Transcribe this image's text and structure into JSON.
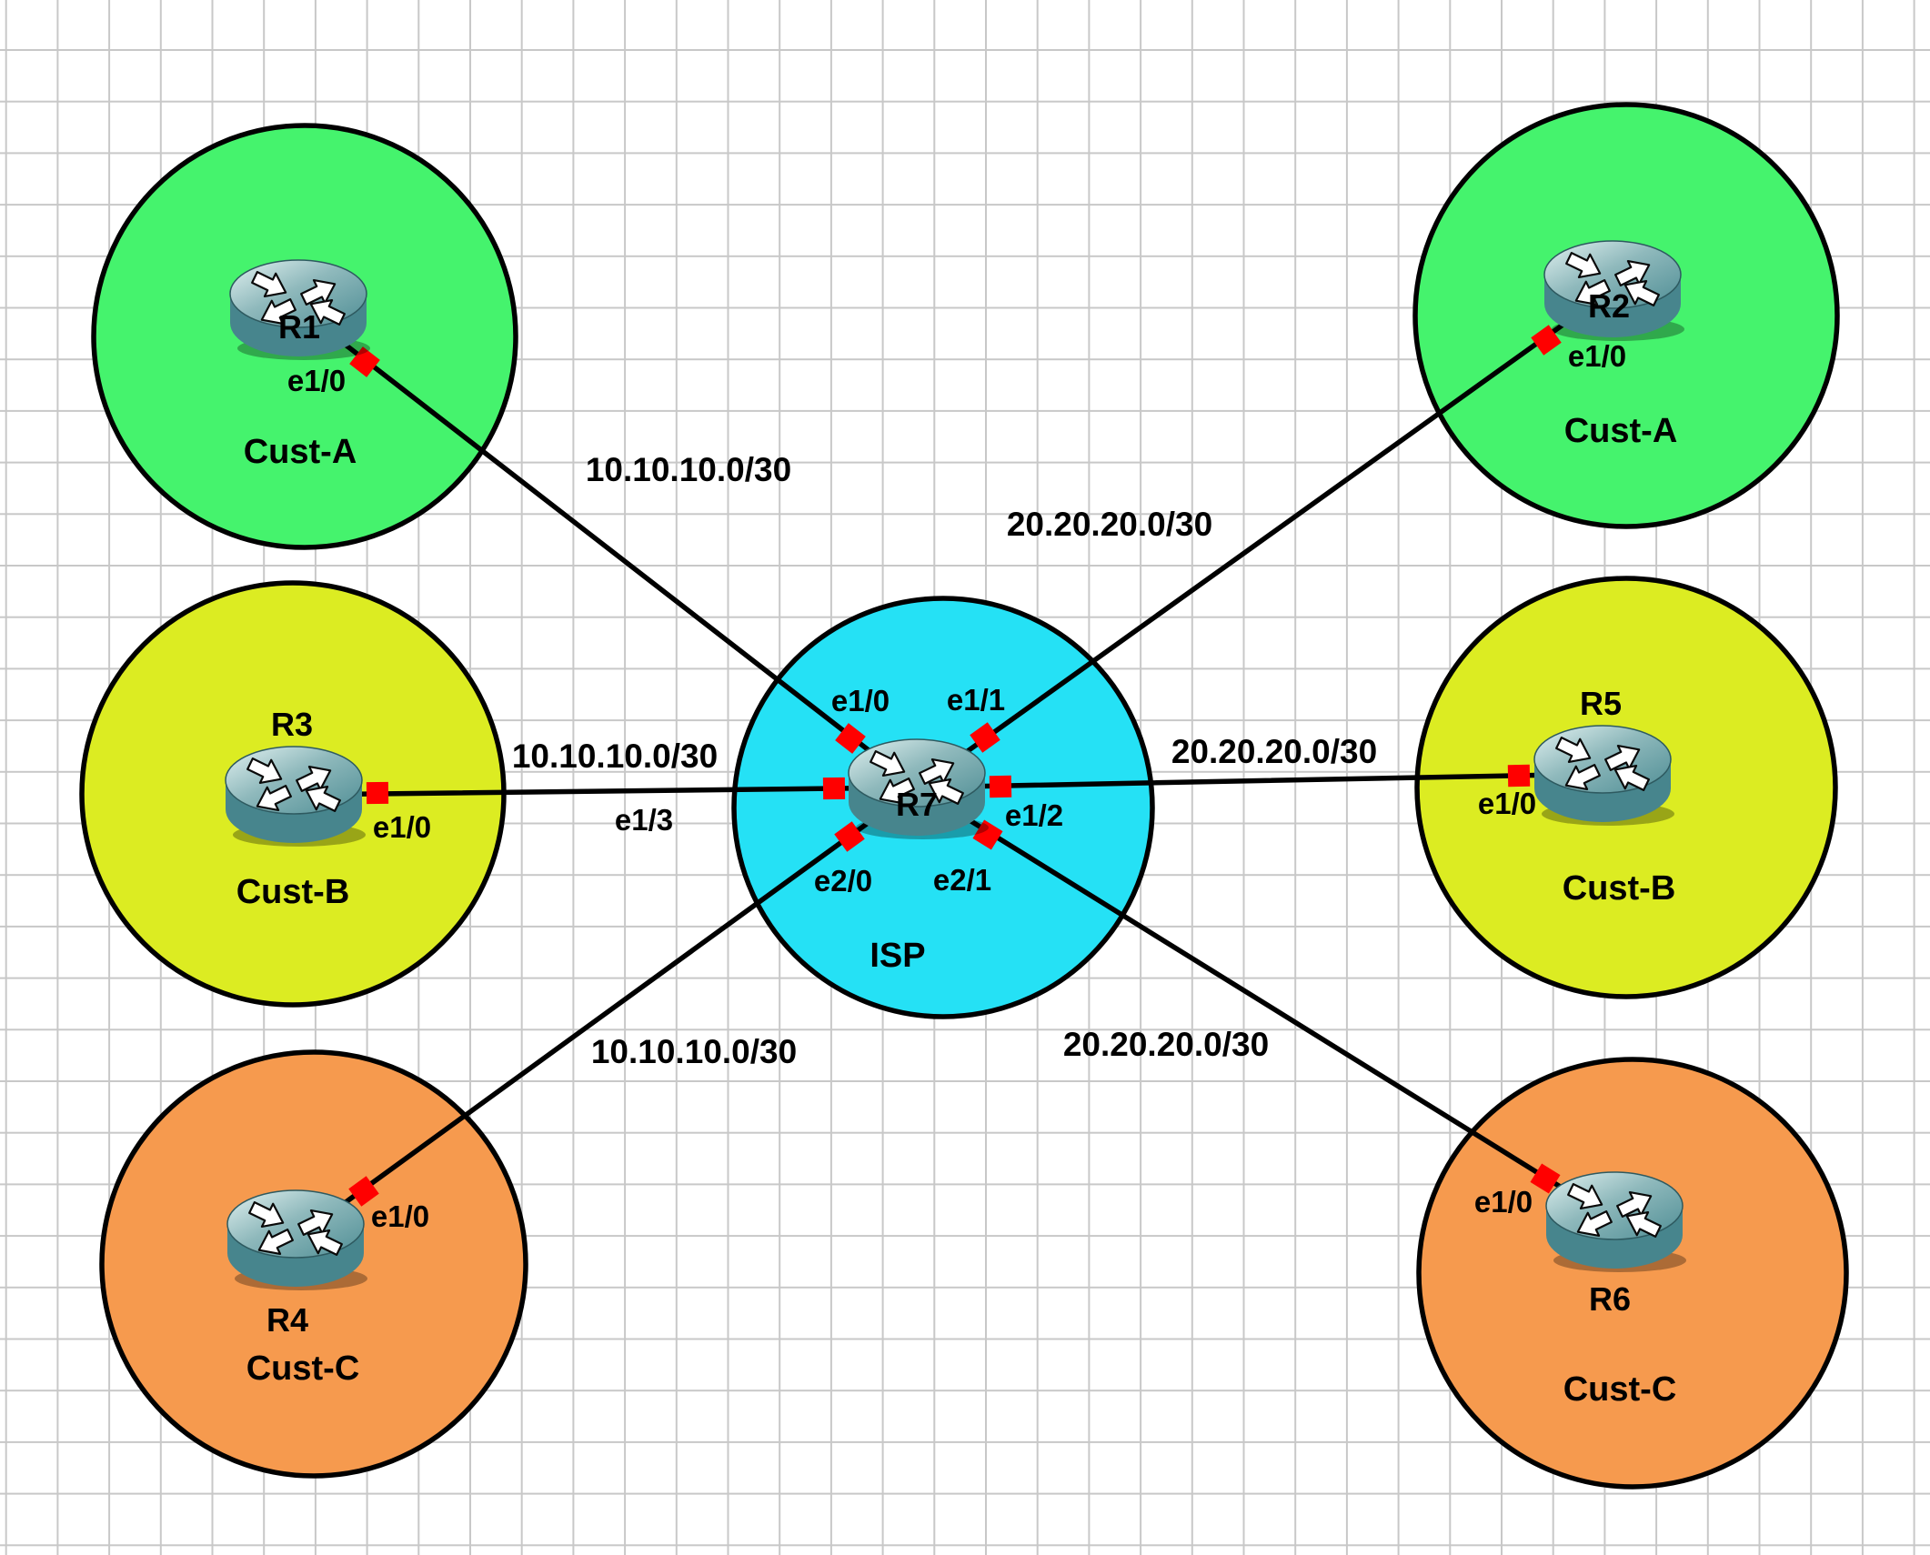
{
  "colors": {
    "background": "#ffffff",
    "grid_line": "#c8c8c8",
    "zone_cust_a": "#45F36D",
    "zone_cust_b": "#DCEC22",
    "zone_cust_c": "#F69A4E",
    "zone_isp": "#25E1F5",
    "link_line": "#000000",
    "port_marker": "#FF0000",
    "router_body": "#47858D"
  },
  "zones": {
    "cust_a_left": "Cust-A",
    "cust_a_right": "Cust-A",
    "cust_b_left": "Cust-B",
    "cust_b_right": "Cust-B",
    "cust_c_left": "Cust-C",
    "cust_c_right": "Cust-C",
    "isp": "ISP"
  },
  "routers": {
    "r1": "R1",
    "r2": "R2",
    "r3": "R3",
    "r4": "R4",
    "r5": "R5",
    "r6": "R6",
    "r7": "R7"
  },
  "ports": {
    "r1": "e1/0",
    "r2": "e1/0",
    "r3": "e1/0",
    "r4": "e1/0",
    "r5": "e1/0",
    "r6": "e1/0",
    "r7_e1_0": "e1/0",
    "r7_e1_1": "e1/1",
    "r7_e1_2": "e1/2",
    "r7_e1_3": "e1/3",
    "r7_e2_0": "e2/0",
    "r7_e2_1": "e2/1"
  },
  "links": {
    "r1_r7": "10.10.10.0/30",
    "r2_r7": "20.20.20.0/30",
    "r3_r7": "10.10.10.0/30",
    "r5_r7": "20.20.20.0/30",
    "r4_r7": "10.10.10.0/30",
    "r6_r7": "20.20.20.0/30"
  }
}
